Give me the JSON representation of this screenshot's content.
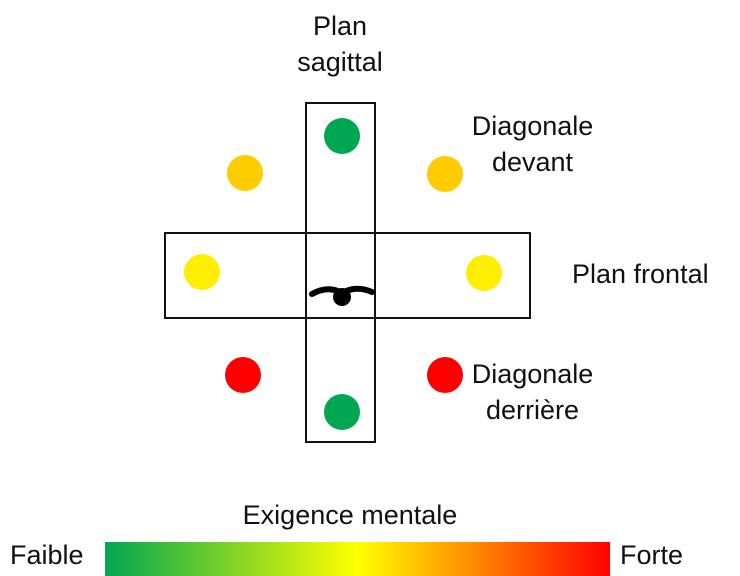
{
  "labels": {
    "sagittal_line1": "Plan",
    "sagittal_line2": "sagittal",
    "diag_front_line1": "Diagonale",
    "diag_front_line2": "devant",
    "frontal": "Plan frontal",
    "diag_back_line1": "Diagonale",
    "diag_back_line2": "derrière"
  },
  "scale": {
    "title": "Exigence mentale",
    "low_label": "Faible",
    "high_label": "Forte",
    "colors": [
      "#00a651",
      "#ffff00",
      "#ff0000"
    ]
  },
  "dot_colors": {
    "sagittal": "#00a651",
    "diagonal_front": "#ffcc00",
    "frontal": "#ffee00",
    "diagonal_back": "#ff0000"
  }
}
